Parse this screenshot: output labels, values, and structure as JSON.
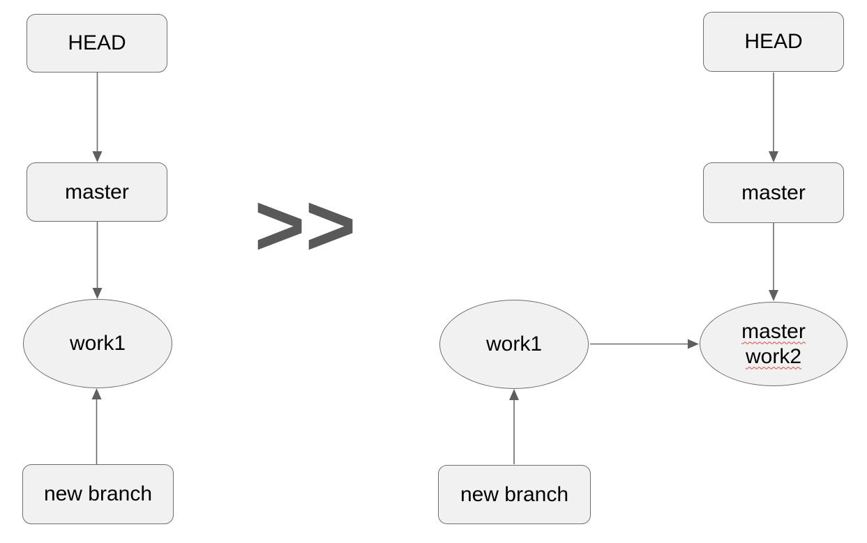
{
  "left": {
    "head": "HEAD",
    "master": "master",
    "work1": "work1",
    "new_branch": "new branch"
  },
  "separator": ">>",
  "right": {
    "head": "HEAD",
    "master": "master",
    "work1": "work1",
    "merged_line1": "master",
    "merged_line2": "work2",
    "new_branch": "new branch"
  },
  "colors": {
    "node_fill": "#f1f1f1",
    "node_border": "#6e6e6e",
    "node_text": "#000000",
    "arrow": "#666666",
    "separator_color": "#595959",
    "spellcheck": "#e0443a"
  }
}
